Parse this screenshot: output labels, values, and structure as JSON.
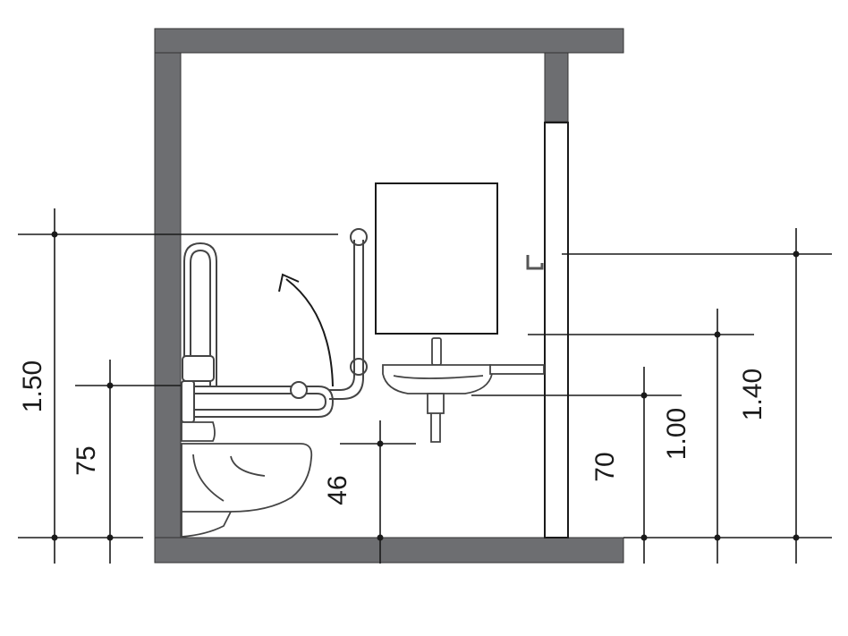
{
  "colors": {
    "wall": "#6d6e71",
    "line": "#1a1a1a",
    "fixture": "#555555",
    "background": "#ffffff"
  },
  "dimensions": {
    "d150": "1.50",
    "d75": "75",
    "d46": "46",
    "d70": "70",
    "d100": "1.00",
    "d140": "1.40"
  },
  "fixtures": [
    {
      "id": "toilet",
      "icon": "toilet-icon"
    },
    {
      "id": "fold-down-grab-bar",
      "icon": "grab-bar-icon"
    },
    {
      "id": "l-shaped-grab-bar",
      "icon": "grab-bar-icon"
    },
    {
      "id": "washbasin",
      "icon": "sink-icon"
    },
    {
      "id": "mirror",
      "icon": "mirror-icon"
    },
    {
      "id": "hook",
      "icon": "hook-icon"
    }
  ]
}
